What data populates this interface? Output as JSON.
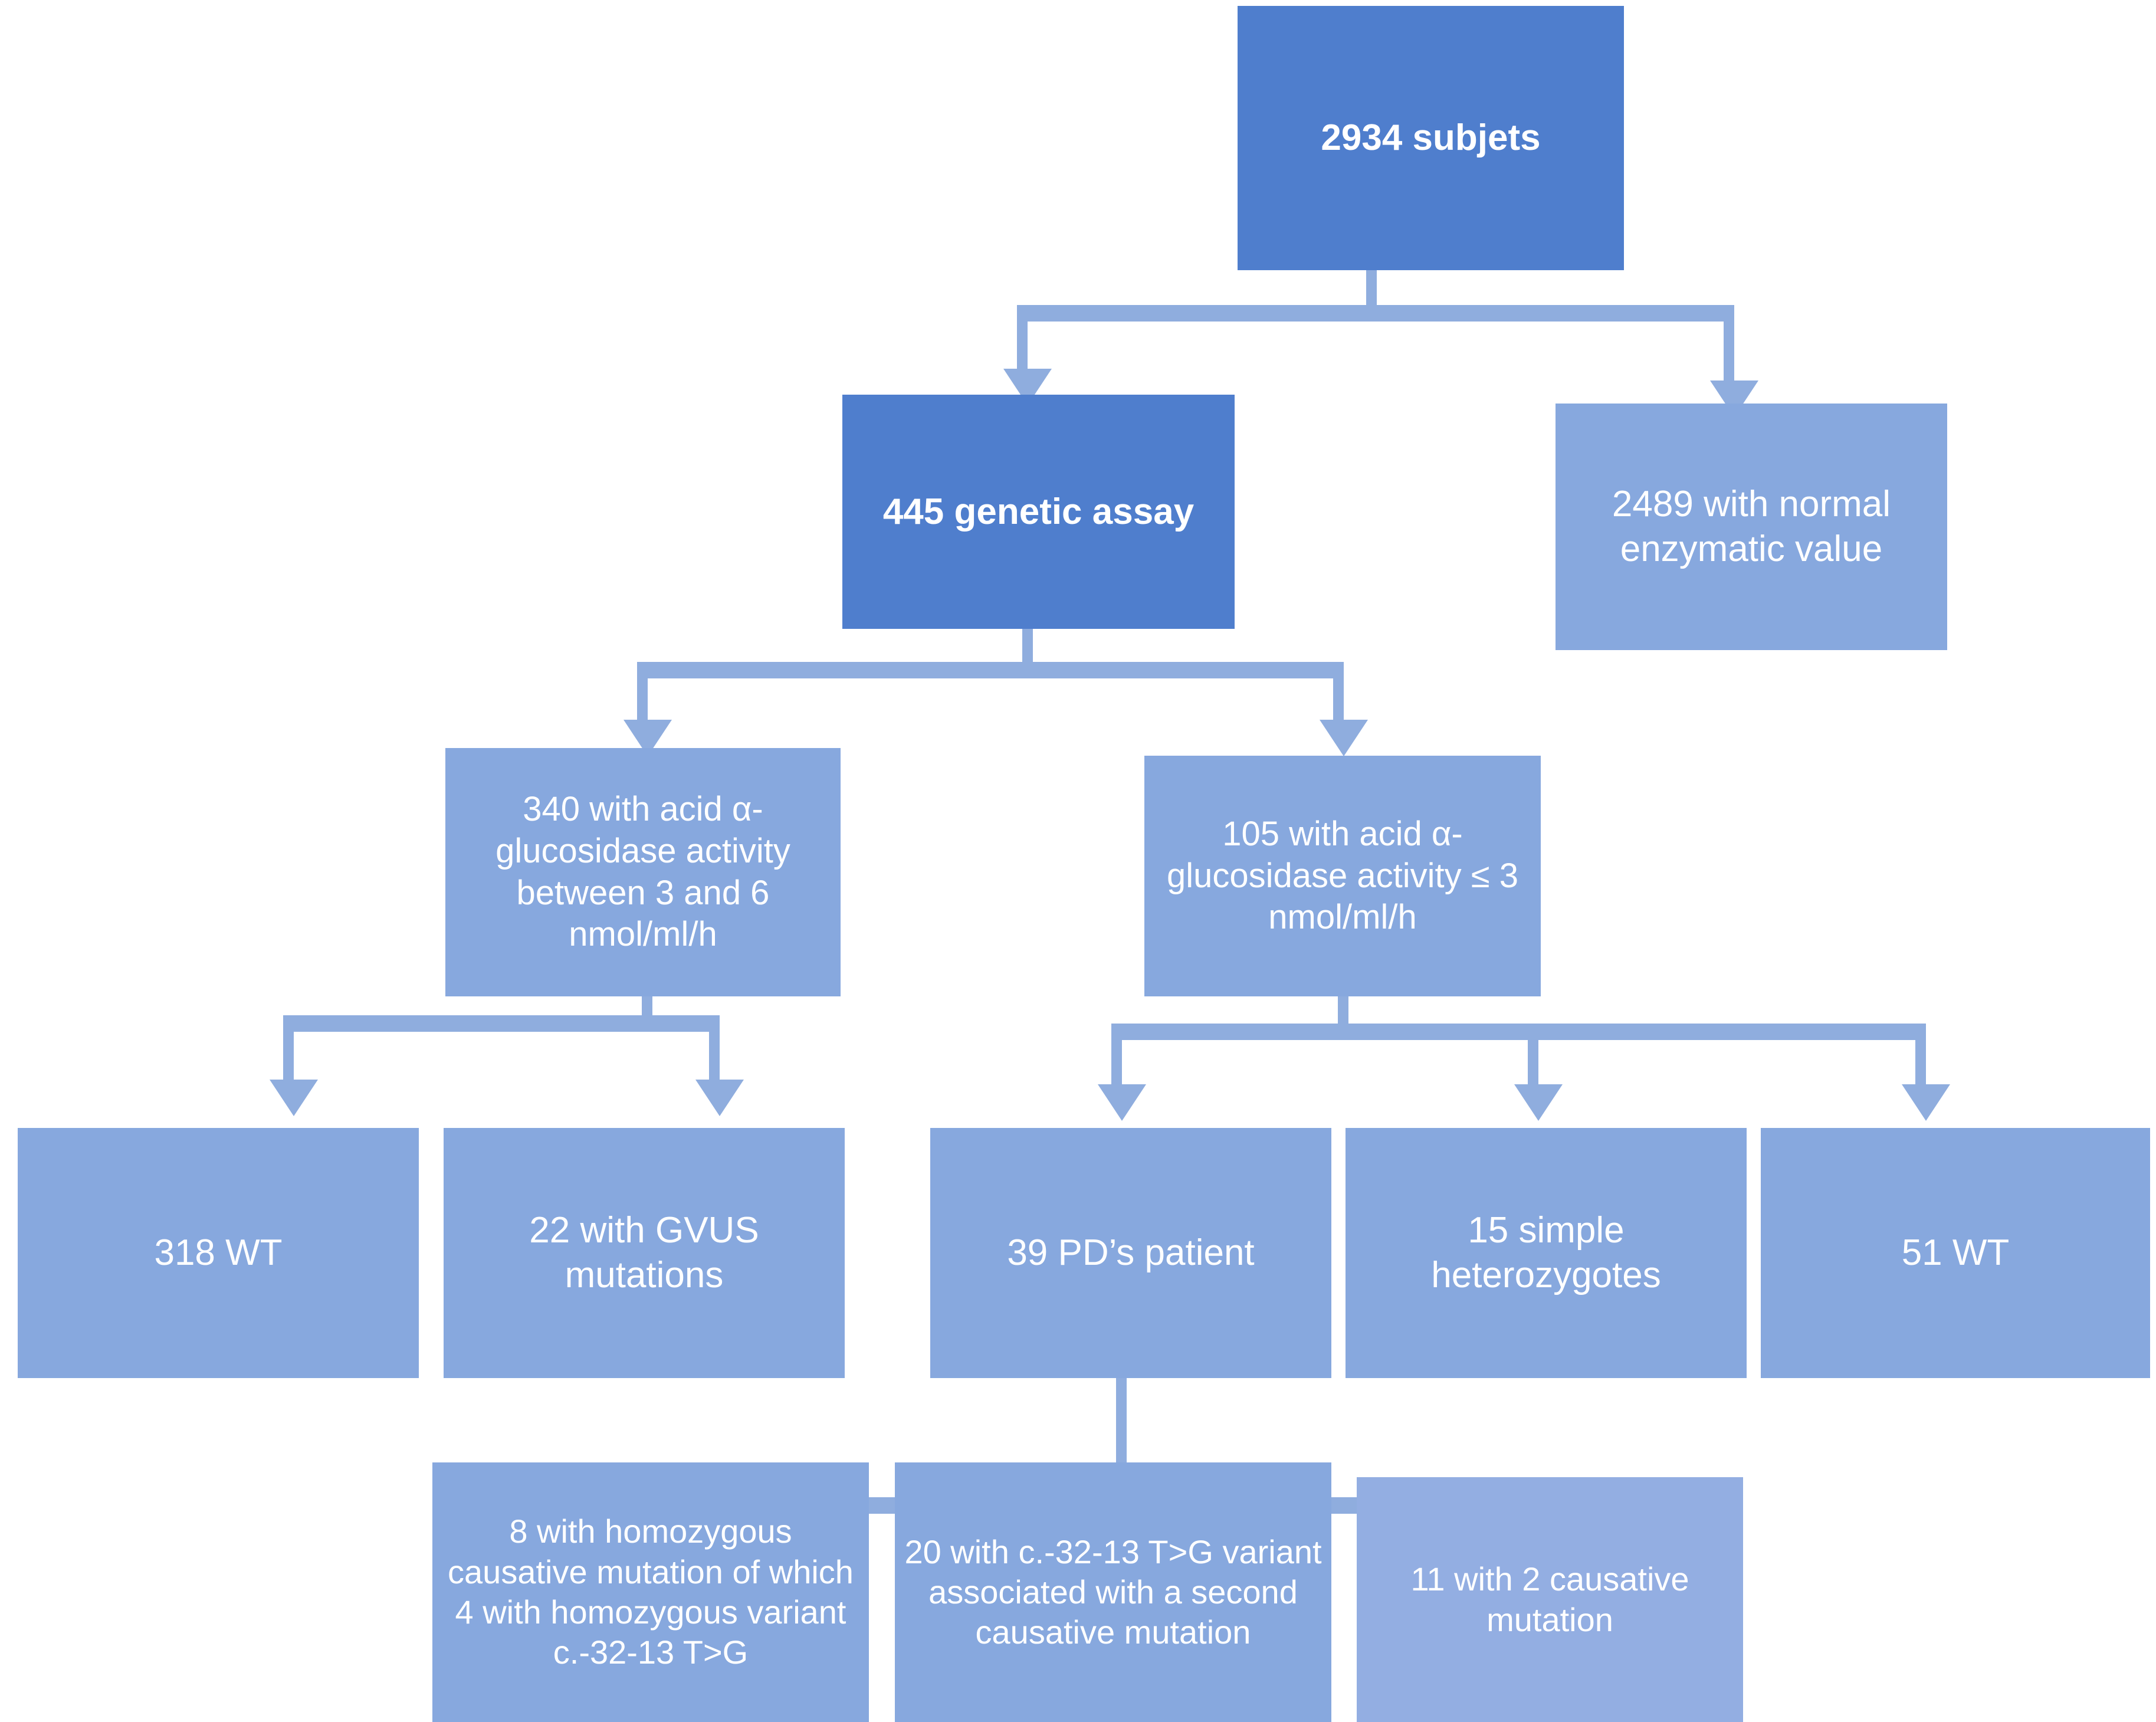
{
  "diagram": {
    "title_present": false,
    "colors": {
      "dark_blue": "#4f7ecd",
      "mid_blue": "#87a8de",
      "light_blue": "#93aee2",
      "connector_blue": "#8fadde",
      "text": "#ffffff",
      "background": "#ffffff"
    },
    "nodes": [
      {
        "id": "root",
        "label": "2934 subjets",
        "level": 0
      },
      {
        "id": "assay",
        "label": "445 genetic assay",
        "level": 1
      },
      {
        "id": "normal",
        "label": "2489 with normal enzymatic value",
        "level": 1
      },
      {
        "id": "act36",
        "label": "340 with acid α-glucosidase activity between 3 and 6 nmol/ml/h",
        "level": 2
      },
      {
        "id": "act3",
        "label": "105 with acid α-glucosidase activity ≤ 3 nmol/ml/h",
        "level": 2
      },
      {
        "id": "wt318",
        "label": "318 WT",
        "level": 3
      },
      {
        "id": "gvus22",
        "label": "22 with GVUS mutations",
        "level": 3
      },
      {
        "id": "pd39",
        "label": "39 PD’s patient",
        "level": 3
      },
      {
        "id": "het15",
        "label": "15 simple heterozygotes",
        "level": 3
      },
      {
        "id": "wt51",
        "label": "51 WT",
        "level": 3
      },
      {
        "id": "homo8",
        "label": "8 with homozygous causative mutation of which 4 with homozygous variant c.-32-13 T>G",
        "level": 4
      },
      {
        "id": "var20",
        "label": "20 with c.-32-13 T>G variant associated with a second causative mutation",
        "level": 4
      },
      {
        "id": "caus11",
        "label": "11 with 2 causative mutation",
        "level": 4
      }
    ],
    "edges": [
      {
        "from": "root",
        "to": [
          "assay",
          "normal"
        ]
      },
      {
        "from": "assay",
        "to": [
          "act36",
          "act3"
        ]
      },
      {
        "from": "act36",
        "to": [
          "wt318",
          "gvus22"
        ]
      },
      {
        "from": "act3",
        "to": [
          "pd39",
          "het15",
          "wt51"
        ]
      },
      {
        "from": "pd39",
        "to": [
          "homo8",
          "var20",
          "caus11"
        ]
      }
    ]
  }
}
